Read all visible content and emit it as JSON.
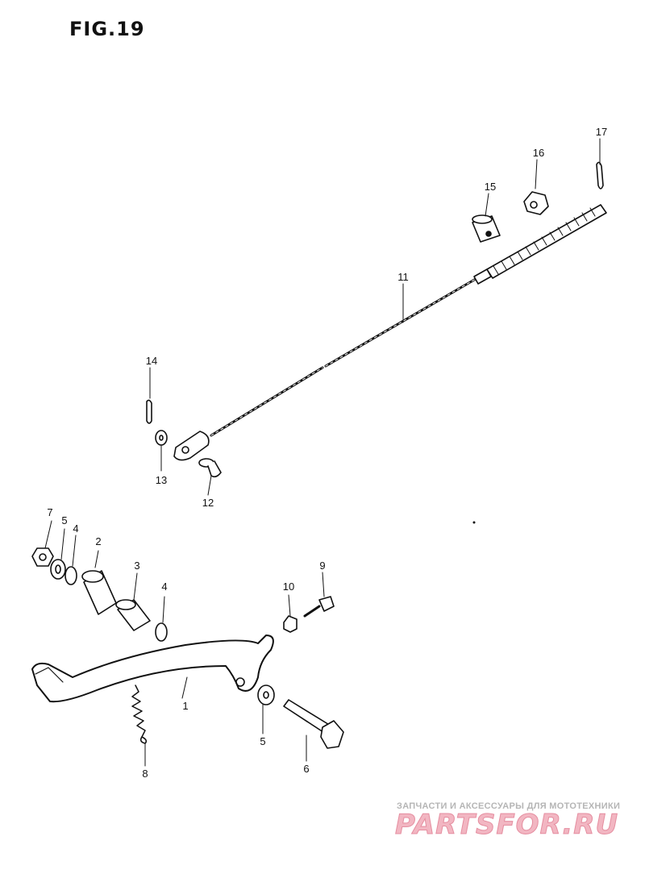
{
  "figure": {
    "title": "FIG.19"
  },
  "callouts": {
    "c1": "1",
    "c2": "2",
    "c3": "3",
    "c4a": "4",
    "c4b": "4",
    "c5a": "5",
    "c5b": "5",
    "c6": "6",
    "c7": "7",
    "c8": "8",
    "c9": "9",
    "c10": "10",
    "c11": "11",
    "c12": "12",
    "c13": "13",
    "c14": "14",
    "c15": "15",
    "c16": "16",
    "c17": "17"
  },
  "watermark": {
    "tagline": "ЗАПЧАСТИ И АКСЕССУАРЫ ДЛЯ МОТОТЕХНИКИ",
    "logo": "PARTSFOR.RU"
  }
}
